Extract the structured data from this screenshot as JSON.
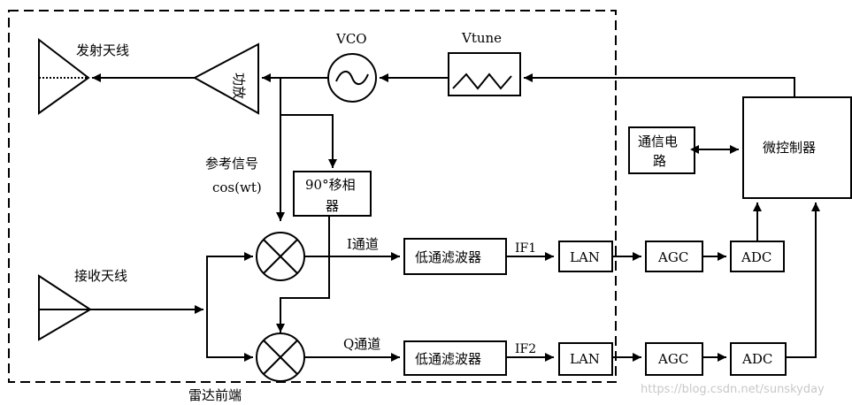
{
  "labels": {
    "tx_antenna": "发射天线",
    "pa": "功放",
    "vco": "VCO",
    "vtune": "Vtune",
    "rx_antenna": "接收天线",
    "ref_signal": "参考信号",
    "cos": "cos(wt)",
    "phase_shifter_l1": "90°移相",
    "phase_shifter_l2": "器",
    "i_channel": "I通道",
    "q_channel": "Q通道",
    "lpf_i": "低通滤波器",
    "lpf_q": "低通滤波器",
    "if1": "IF1",
    "if2": "IF2",
    "lan_i": "LAN",
    "lan_q": "LAN",
    "agc_i": "AGC",
    "agc_q": "AGC",
    "adc_i": "ADC",
    "adc_q": "ADC",
    "comm_l1": "通信电",
    "comm_l2": "路",
    "mcu": "微控制器",
    "radar_frontend": "雷达前端",
    "watermark": "https://blog.csdn.net/sunskyday"
  }
}
